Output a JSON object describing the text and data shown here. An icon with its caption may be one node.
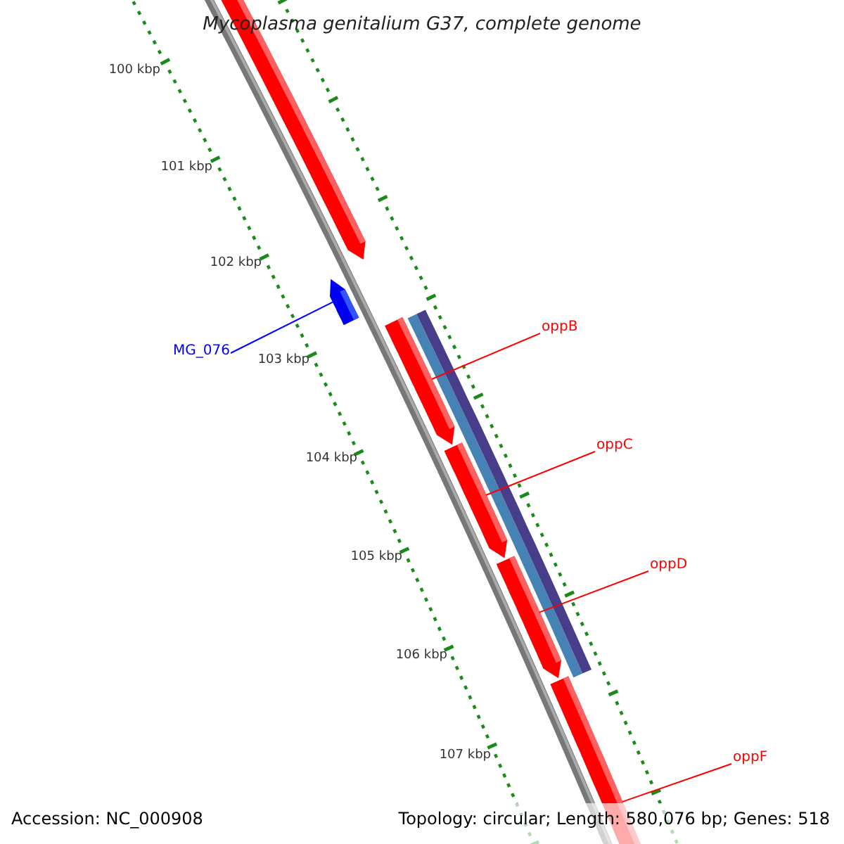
{
  "diagram": {
    "title": "Mycoplasma genitalium G37, complete genome",
    "nodes": [
      {
        "text": [
          "MG_076"
        ]
      },
      {
        "text": [
          "oppB"
        ]
      },
      {
        "text": [
          "oppC"
        ]
      },
      {
        "text": [
          "oppD"
        ]
      },
      {
        "text": [
          "oppF"
        ]
      },
      {
        "text": [],
        "shape": "arrow"
      },
      {
        "text": [],
        "shape": "arrow"
      },
      {
        "text": [],
        "shape": "arrow"
      },
      {
        "text": [],
        "shape": "arrow"
      },
      {
        "text": [],
        "shape": "arrow"
      },
      {
        "text": [],
        "shape": "arrow"
      }
    ],
    "edges": [
      {
        "from": 0,
        "to": 6,
        "arrow": "none",
        "color": "#0000ff"
      },
      {
        "from": 1,
        "to": 7,
        "arrow": "none"
      },
      {
        "from": 2,
        "to": 8,
        "arrow": "none"
      },
      {
        "from": 3,
        "to": 9,
        "arrow": "none"
      },
      {
        "from": 4,
        "to": 10,
        "arrow": "none"
      }
    ],
    "labels": [
      "100 kbp",
      "101 kbp",
      "102 kbp",
      "103 kbp",
      "104 kbp",
      "105 kbp",
      "106 kbp",
      "107 kbp",
      "Accession: NC_000908",
      "Topology: circular; Length: 580,076 bp; Genes: 518"
    ]
  }
}
